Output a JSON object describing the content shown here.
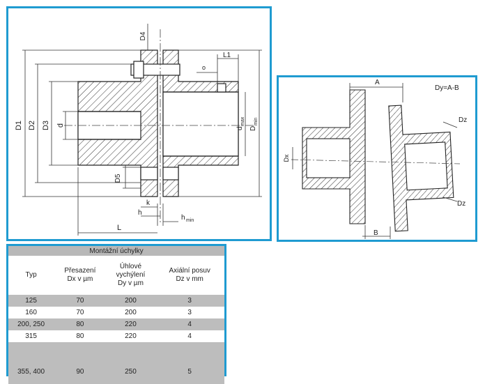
{
  "left_diagram": {
    "labels": {
      "D4": "D4",
      "L1": "L1",
      "o": "o",
      "D1": "D1",
      "D2": "D2",
      "D3": "D3",
      "d": "d",
      "dmax_base": "d",
      "dmax_sub": "max",
      "Dmin_base": "D",
      "Dmin_sub": "min",
      "D5": "D5",
      "k": "k",
      "h": "h",
      "hmin_base": "h",
      "hmin_sub": "min",
      "L": "L"
    }
  },
  "right_diagram": {
    "labels": {
      "A": "A",
      "formula": "Dy=A-B",
      "Dz_top": "Dz",
      "Dx": "Dx",
      "Dz_bottom": "Dz",
      "B": "B"
    }
  },
  "table": {
    "caption": "Montážní úchylky",
    "headers": {
      "typ": [
        "Typ"
      ],
      "presazeni": [
        "Přesazení",
        "Dx v µm"
      ],
      "uhlove": [
        "Úhlové",
        "vychýlení",
        "Dy v µm"
      ],
      "axialni": [
        "Axiální posuv",
        "Dz v mm"
      ]
    },
    "rows": [
      [
        "125",
        "70",
        "200",
        "3"
      ],
      [
        "160",
        "70",
        "200",
        "3"
      ],
      [
        "200, 250",
        "80",
        "220",
        "4"
      ],
      [
        "315",
        "80",
        "220",
        "4"
      ],
      [
        "355, 400",
        "90",
        "250",
        "5"
      ]
    ]
  }
}
